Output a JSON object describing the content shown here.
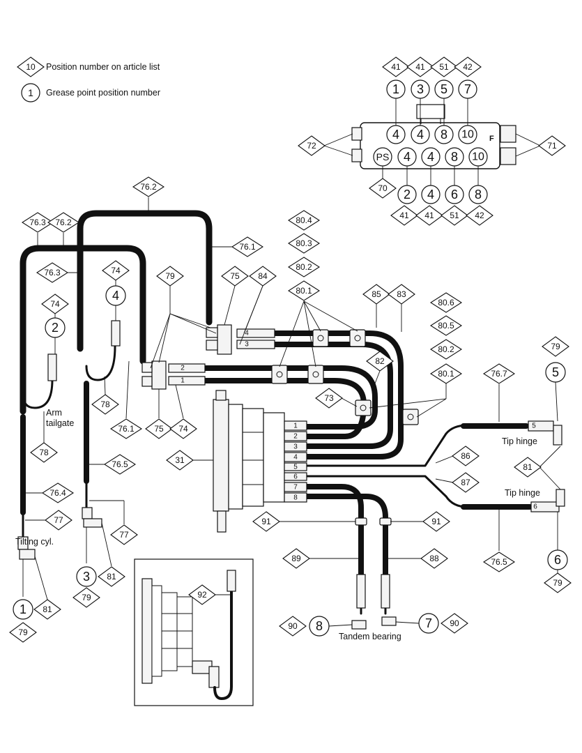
{
  "legend": {
    "position_tag": "10",
    "position_text": "Position number on article list",
    "grease_tag": "1",
    "grease_text": "Grease point position number"
  },
  "labels": {
    "arm_tailgate_1": "Arm",
    "arm_tailgate_2": "tailgate",
    "tilting_cyl": "Tilting cyl.",
    "tip_hinge_upper": "Tip hinge",
    "tip_hinge_lower": "Tip hinge",
    "tandem_bearing": "Tandem bearing"
  },
  "block": {
    "top_tags": [
      "41",
      "41",
      "51",
      "42"
    ],
    "top_circles": [
      "1",
      "3",
      "5",
      "7"
    ],
    "row1": [
      "4",
      "4",
      "8",
      "10"
    ],
    "row2": [
      "PS",
      "4",
      "4",
      "8",
      "10"
    ],
    "bottom_circles": [
      "2",
      "4",
      "6",
      "8"
    ],
    "bottom_tags": [
      "41",
      "41",
      "51",
      "42"
    ],
    "left_tag": "72",
    "right_tag": "71",
    "ps_tag": "70",
    "side_f": "F"
  },
  "diamonds": {
    "d76_2_top": "76.2",
    "d76_3_left": "76.3",
    "d76_2_left": "76.2",
    "d76_1_right": "76.1",
    "d76_3_mid": "76.3",
    "d74_a": "74",
    "d74_b": "74",
    "d79_top": "79",
    "d75_top": "75",
    "d84": "84",
    "d80_4": "80.4",
    "d80_3": "80.3",
    "d80_2": "80.2",
    "d80_1": "80.1",
    "d85": "85",
    "d83": "83",
    "d82": "82",
    "d80_6r": "80.6",
    "d80_5r": "80.5",
    "d80_2r": "80.2",
    "d80_1r": "80.1",
    "d73": "73",
    "d78_a": "78",
    "d78_b": "78",
    "d76_1_bottom": "76.1",
    "d75_bottom": "75",
    "d74_bottom": "74",
    "d31": "31",
    "d76_5": "76.5",
    "d76_4": "76.4",
    "d77_left": "77",
    "d77_mid": "77",
    "d81_left": "81",
    "d81_mid": "81",
    "d79_g1": "79",
    "d79_g3": "79",
    "d76_7": "76.7",
    "d79_g5": "79",
    "d86": "86",
    "d81_right": "81",
    "d87": "87",
    "d91_left": "91",
    "d91_right": "91",
    "d89": "89",
    "d88": "88",
    "d76_5r": "76.5",
    "d79_g6": "79",
    "d92": "92",
    "d90_left": "90",
    "d90_right": "90"
  },
  "circles": {
    "c2": "2",
    "c4": "4",
    "c1": "1",
    "c3": "3",
    "c5": "5",
    "c6": "6",
    "c8": "8",
    "c7": "7"
  },
  "port_labels": [
    "1",
    "2",
    "3",
    "4",
    "5",
    "6",
    "7",
    "8"
  ],
  "fitting_labels": {
    "upper_a": "4",
    "upper_b": "3",
    "mid_a": "2",
    "mid_b": "1",
    "tip_a": "5",
    "tip_b": "6"
  }
}
